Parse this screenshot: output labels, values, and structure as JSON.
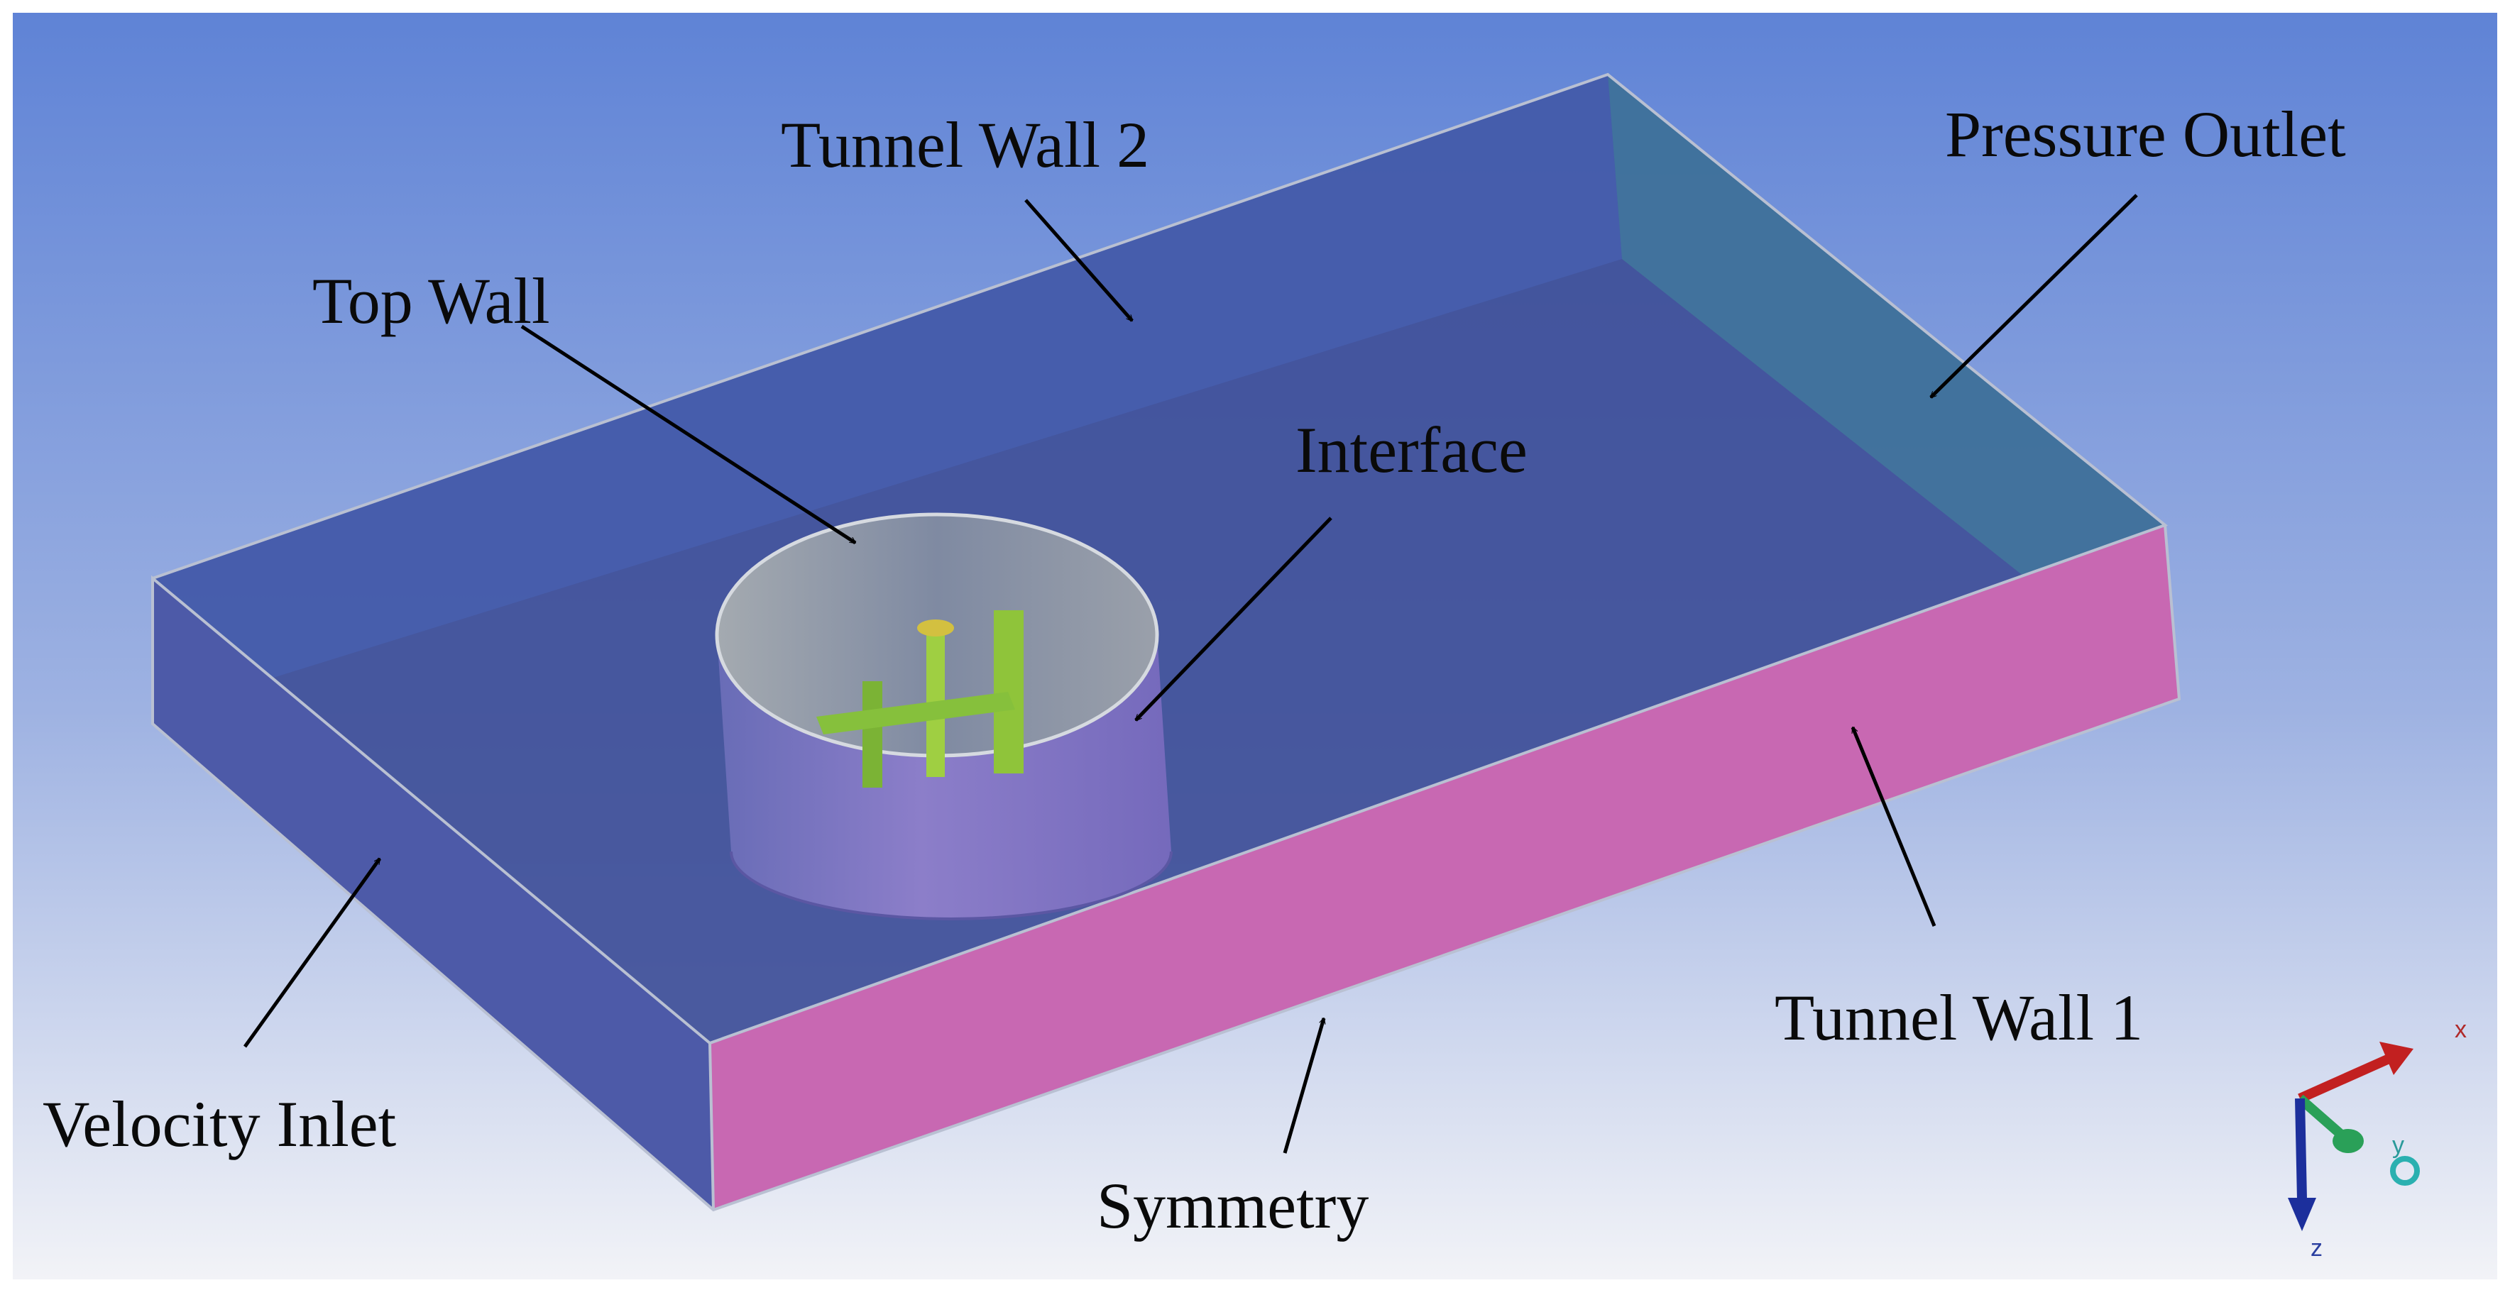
{
  "labels": {
    "tunnel_wall_2": "Tunnel Wall 2",
    "pressure_outlet": "Pressure Outlet",
    "top_wall": "Top Wall",
    "interface": "Interface",
    "tunnel_wall_1": "Tunnel Wall 1",
    "velocity_inlet": "Velocity Inlet",
    "symmetry": "Symmetry"
  },
  "triad": {
    "x": "x",
    "y": "y",
    "z": "z"
  },
  "colors": {
    "background_top": "#5f83d6",
    "background_bottom": "#f2f3f7",
    "floor": "#3f4f98",
    "back_wall": "#4865b8",
    "outlet_face": "#3f8a9c",
    "inlet_face": "#4d5aa8",
    "tunnel_wall_1": "#c868b2",
    "cylinder": "#8a74c6",
    "cylinder_inner": "#8f97a4",
    "rotor": "#8fc43a",
    "axis_x": "#c22020",
    "axis_y": "#2aa058",
    "axis_z": "#1c2f9c"
  }
}
